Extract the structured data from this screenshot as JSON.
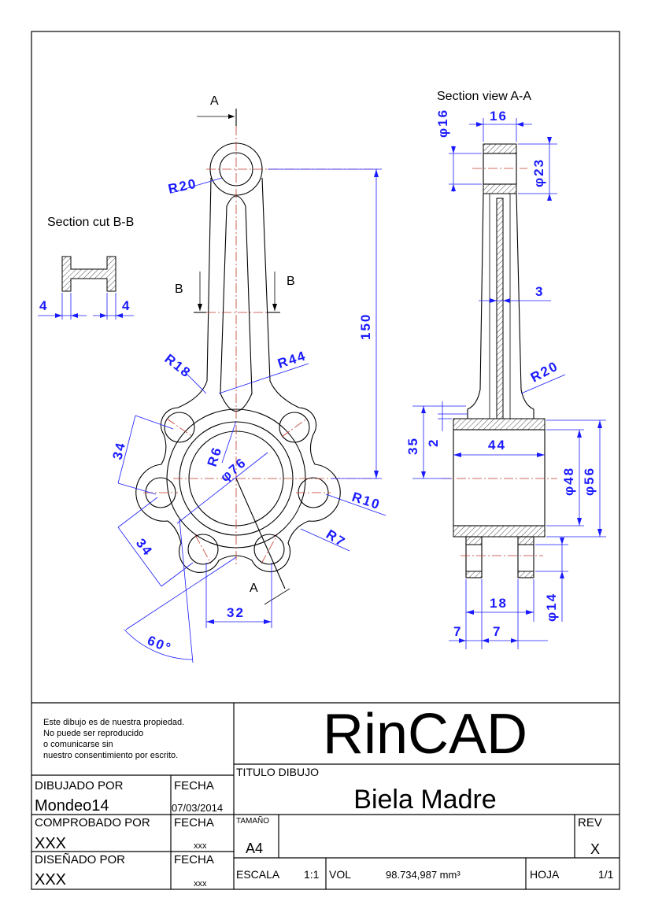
{
  "views": {
    "section_view_title": "Section view A-A",
    "section_cut_title": "Section cut B-B",
    "cut_a_top": "A",
    "cut_a_bottom": "A",
    "cut_b_left": "B",
    "cut_b_right": "B"
  },
  "dimensions": {
    "r20_small_end": "R20",
    "len_150": "150",
    "r18": "R18",
    "r44": "R44",
    "d34_left": "34",
    "r6": "R6",
    "phi76": "φ76",
    "r10": "R10",
    "d34_lower": "34",
    "r7": "R7",
    "d32": "32",
    "ang60": "60°",
    "cut_4_left": "4",
    "cut_4_right": "4",
    "phi16": "φ16",
    "w16": "16",
    "phi23": "φ23",
    "t3": "3",
    "r20_section": "R20",
    "h35": "35",
    "h2": "2",
    "w44": "44",
    "phi48": "φ48",
    "phi56": "φ56",
    "phi14": "φ14",
    "w18": "18",
    "w7a": "7",
    "w7b": "7"
  },
  "title_block": {
    "notice": [
      "Este dibujo es de nuestra propiedad.",
      "No puede ser reproducido",
      "o comunicarse sin",
      "nuestro consentimiento por escrito."
    ],
    "company": "RinCAD",
    "drawing_title_label": "TITULO DIBUJO",
    "drawing_title": "Biela Madre",
    "drawn_by_label": "DIBUJADO POR",
    "drawn_by": "Mondeo14",
    "drawn_date_label": "FECHA",
    "drawn_date": "07/03/2014",
    "checked_by_label": "COMPROBADO POR",
    "checked_by": "XXX",
    "checked_date_label": "FECHA",
    "checked_date": "xxx",
    "designed_by_label": "DISEÑADO POR",
    "designed_by": "XXX",
    "designed_date_label": "FECHA",
    "designed_date": "xxx",
    "size_label": "TAMAÑO",
    "size": "A4",
    "rev_label": "REV",
    "rev": "X",
    "scale_label": "ESCALA",
    "scale": "1:1",
    "vol_label": "VOL",
    "vol": "98.734,987 mm³",
    "sheet_label": "HOJA",
    "sheet": "1/1"
  },
  "colors": {
    "dimension": "#1a1aff",
    "centerline": "#c0392b",
    "outline": "#000000"
  }
}
